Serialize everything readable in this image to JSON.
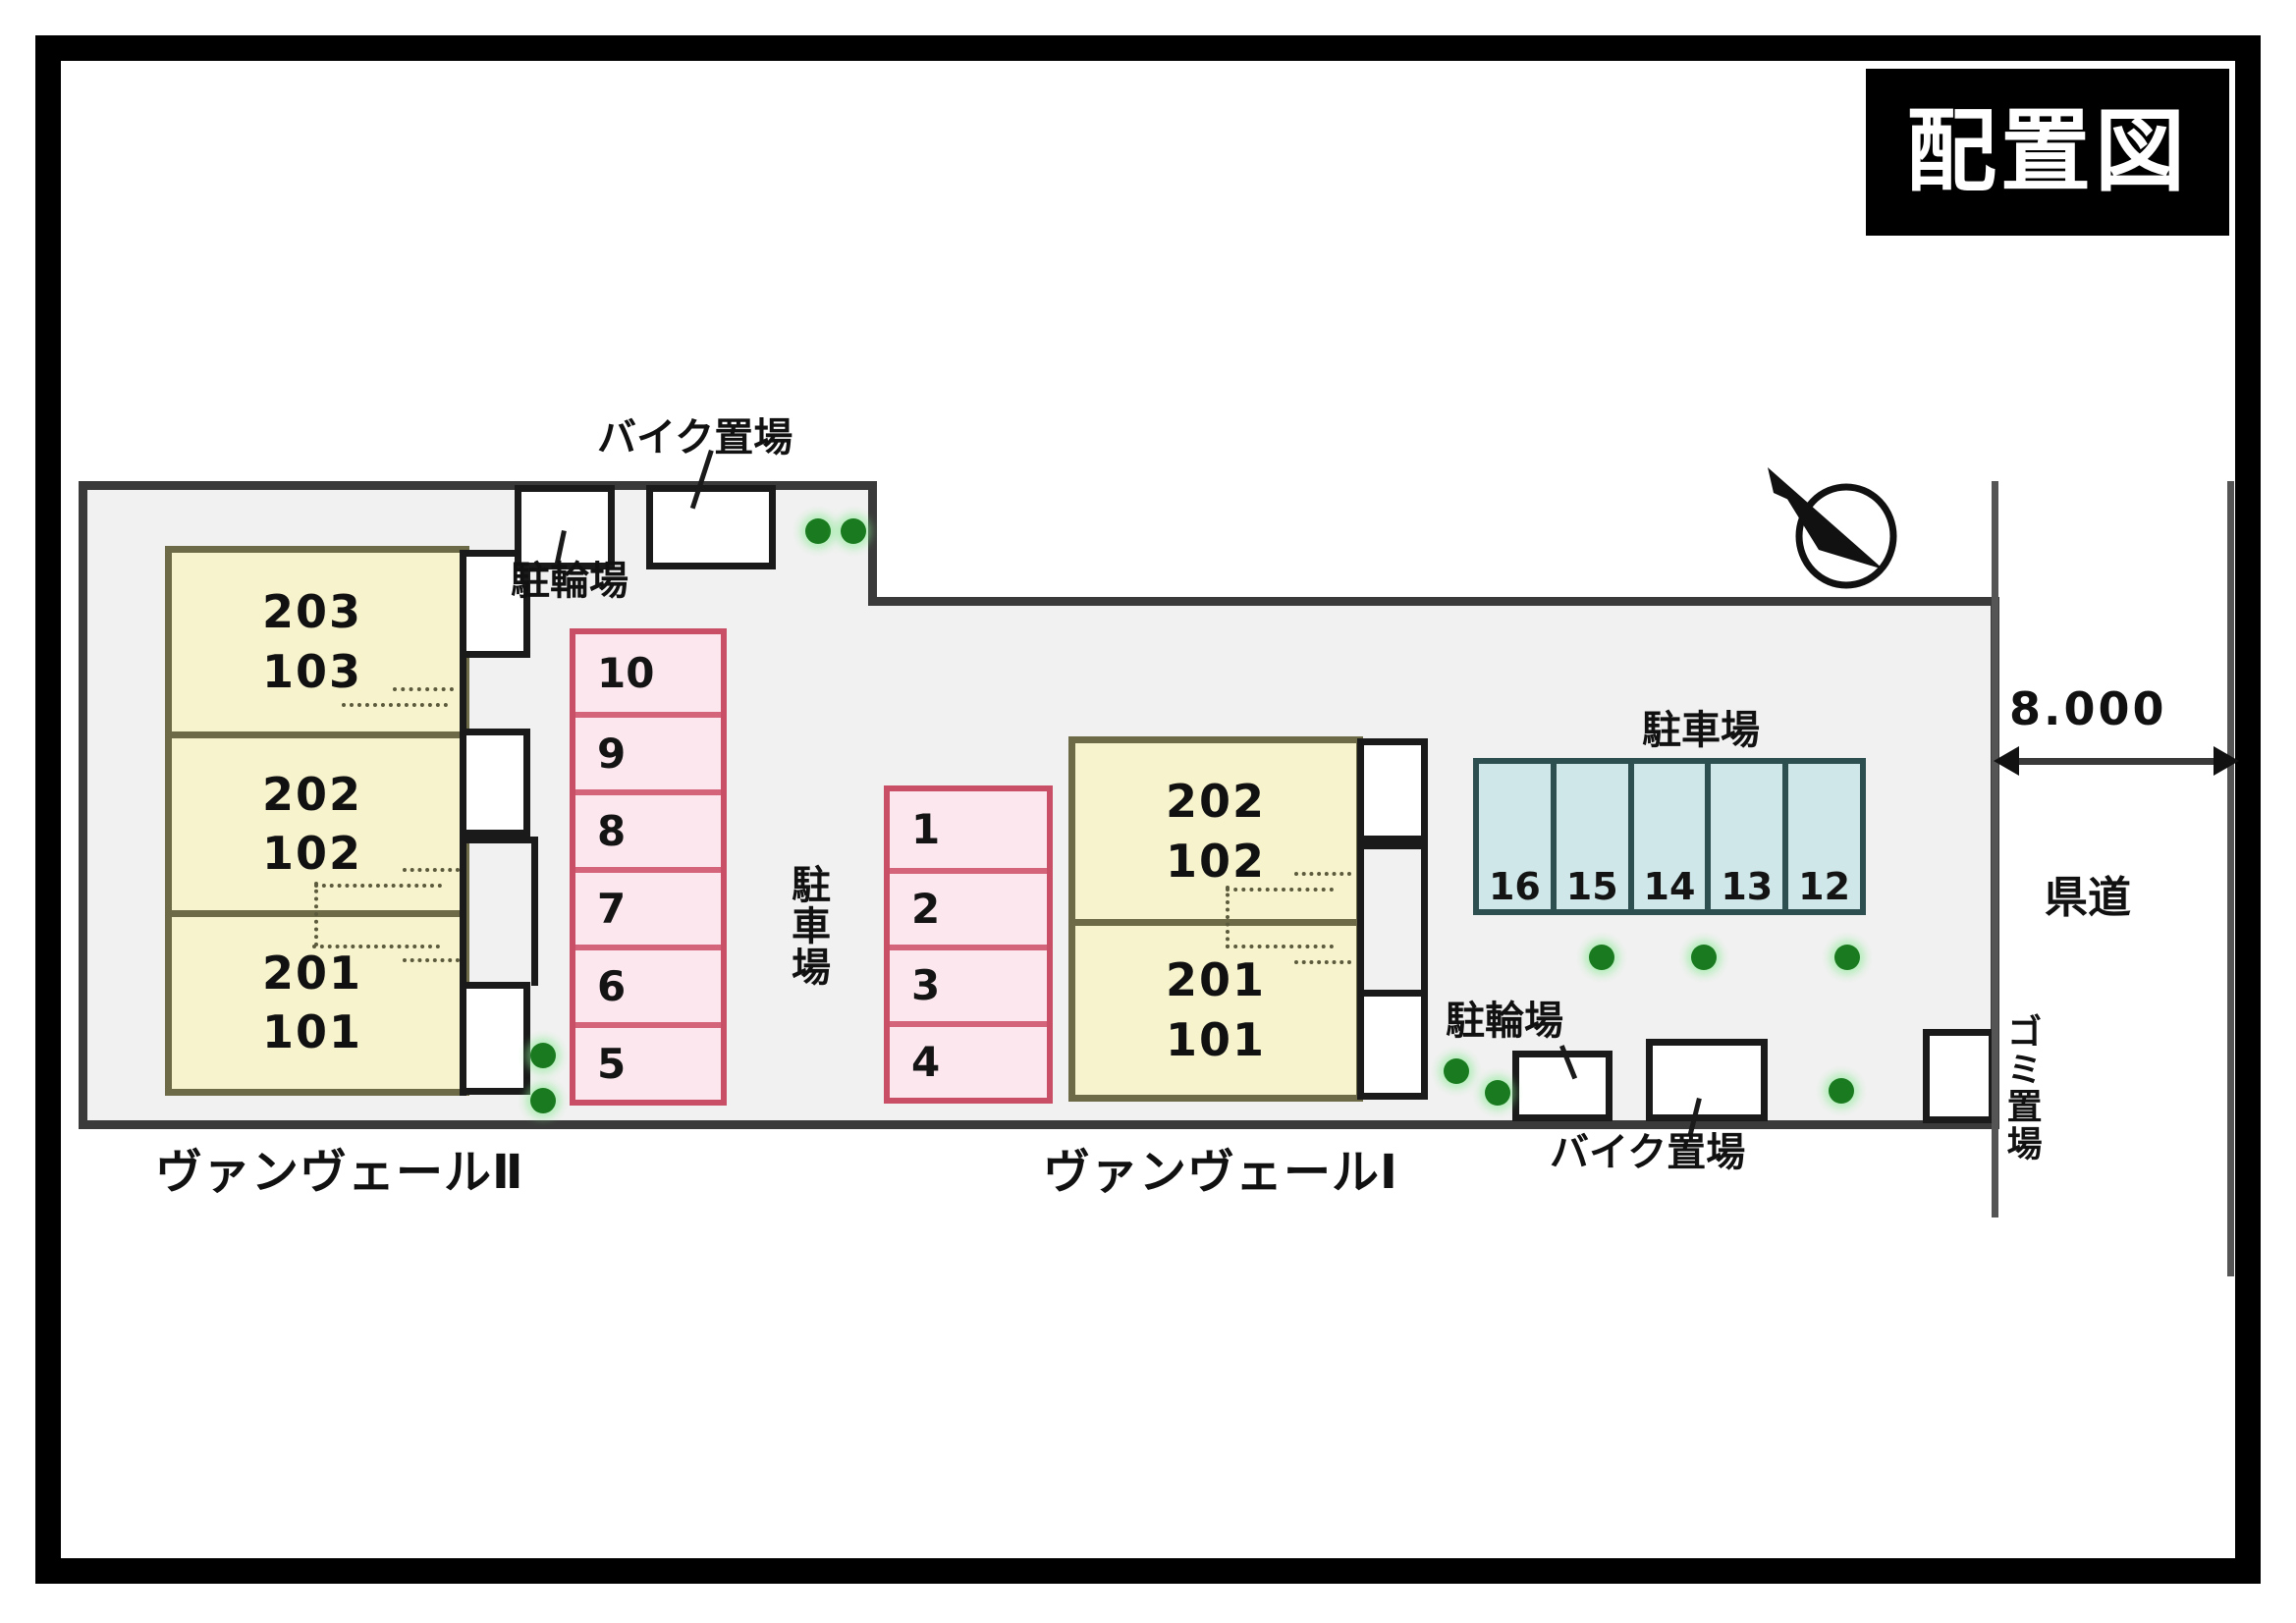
{
  "title": {
    "text": "配置図",
    "meaning": "site-plan"
  },
  "buildings": [
    {
      "id": "bldg-2",
      "name": "ヴァンヴェールⅡ",
      "units": [
        {
          "upper": "203",
          "lower": "103"
        },
        {
          "upper": "202",
          "lower": "102"
        },
        {
          "upper": "201",
          "lower": "101"
        }
      ]
    },
    {
      "id": "bldg-1",
      "name": "ヴァンヴェールⅠ",
      "units": [
        {
          "upper": "202",
          "lower": "102"
        },
        {
          "upper": "201",
          "lower": "101"
        }
      ]
    }
  ],
  "parking": {
    "label": "駐車場",
    "label_vertical": "駐車場",
    "pink_block_a": [
      "10",
      "9",
      "8",
      "7",
      "6",
      "5"
    ],
    "pink_block_b": [
      "1",
      "2",
      "3",
      "4"
    ],
    "teal_block": [
      "16",
      "15",
      "14",
      "13",
      "12"
    ]
  },
  "facilities": {
    "bike_top": "バイク置場",
    "bicycle_top": "駐輪場",
    "bicycle_bottom": "駐輪場",
    "bike_bottom": "バイク置場",
    "trash": "ゴミ置場"
  },
  "road": {
    "dimension": "8.000",
    "name": "県道"
  },
  "icons": {
    "compass": "north-arrow-icon"
  },
  "colors": {
    "building_fill": "#f7f3cd",
    "building_stroke": "#6d6a47",
    "pink_fill": "#fce7ee",
    "pink_stroke": "#c94f66",
    "teal_fill": "#cfe7e8",
    "teal_stroke": "#2e4f50",
    "site_fill": "#f1f1f1",
    "site_stroke": "#3a3a3a",
    "shrub": "#1a7a1f",
    "frame": "#000000"
  }
}
